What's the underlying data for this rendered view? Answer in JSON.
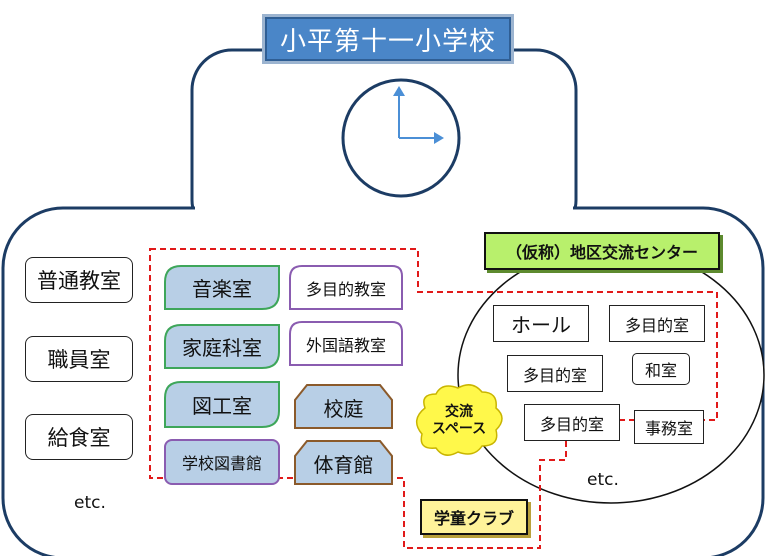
{
  "title": "小平第十一小学校",
  "left_rooms": [
    "普通教室",
    "職員室",
    "給食室"
  ],
  "left_etc": "etc.",
  "school_shared_rooms": {
    "music": "音楽室",
    "multi_purpose_classroom": "多目的教室",
    "home_economics": "家庭科室",
    "foreign_language": "外国語教室",
    "crafts": "図工室",
    "schoolyard": "校庭",
    "library": "学校図書館",
    "gym": "体育館"
  },
  "community_center": {
    "label": "（仮称）地区交流センター",
    "rooms": {
      "hall": "ホール",
      "multi_purpose_1": "多目的室",
      "multi_purpose_2": "多目的室",
      "japanese_room": "和室",
      "multi_purpose_3": "多目的室",
      "office": "事務室"
    },
    "etc": "etc."
  },
  "exchange_space": [
    "交流",
    "スペース"
  ],
  "after_school_club": "学童クラブ",
  "colors": {
    "title_bg": "#4a86c8",
    "blue_room_fill": "#b8cfe6",
    "green_border": "#3ea65a",
    "purple_border": "#8a5cb0",
    "brown_border": "#8b5a2b",
    "dashed_red": "#e11919",
    "center_label_fill": "#b8f06c",
    "club_fill": "#fff39a",
    "bubble_fill": "#fff84a"
  }
}
